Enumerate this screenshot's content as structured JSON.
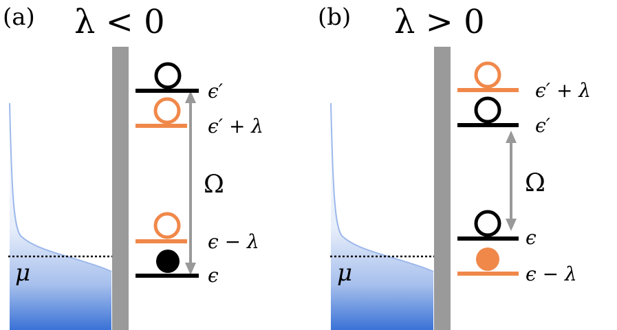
{
  "panels": [
    {
      "id": "a",
      "label": "(a)",
      "condition": "λ < 0",
      "mu_label": "μ",
      "omega_label": "Ω",
      "levels": [
        {
          "name": "level-eps-prime",
          "label": "ϵ′",
          "color": "#000000",
          "state": "empty"
        },
        {
          "name": "level-eps-prime-plus-lambda",
          "label": "ϵ′ + λ",
          "color": "#f0884a",
          "state": "empty"
        },
        {
          "name": "level-eps-minus-lambda",
          "label": "ϵ − λ",
          "color": "#f0884a",
          "state": "empty"
        },
        {
          "name": "level-eps",
          "label": "ϵ",
          "color": "#000000",
          "state": "filled"
        }
      ]
    },
    {
      "id": "b",
      "label": "(b)",
      "condition": "λ > 0",
      "mu_label": "μ",
      "omega_label": "Ω",
      "levels": [
        {
          "name": "level-eps-prime-plus-lambda",
          "label": "ϵ′ + λ",
          "color": "#f0884a",
          "state": "empty"
        },
        {
          "name": "level-eps-prime",
          "label": "ϵ′",
          "color": "#000000",
          "state": "empty"
        },
        {
          "name": "level-eps",
          "label": "ϵ",
          "color": "#000000",
          "state": "empty"
        },
        {
          "name": "level-eps-minus-lambda",
          "label": "ϵ − λ",
          "color": "#f0884a",
          "state": "filled"
        }
      ]
    }
  ],
  "colors": {
    "orange": "#f0884a",
    "black": "#000000",
    "barrier": "#9a9a9a",
    "arrow": "#999999",
    "fermi_blue": "#3a72d6"
  }
}
